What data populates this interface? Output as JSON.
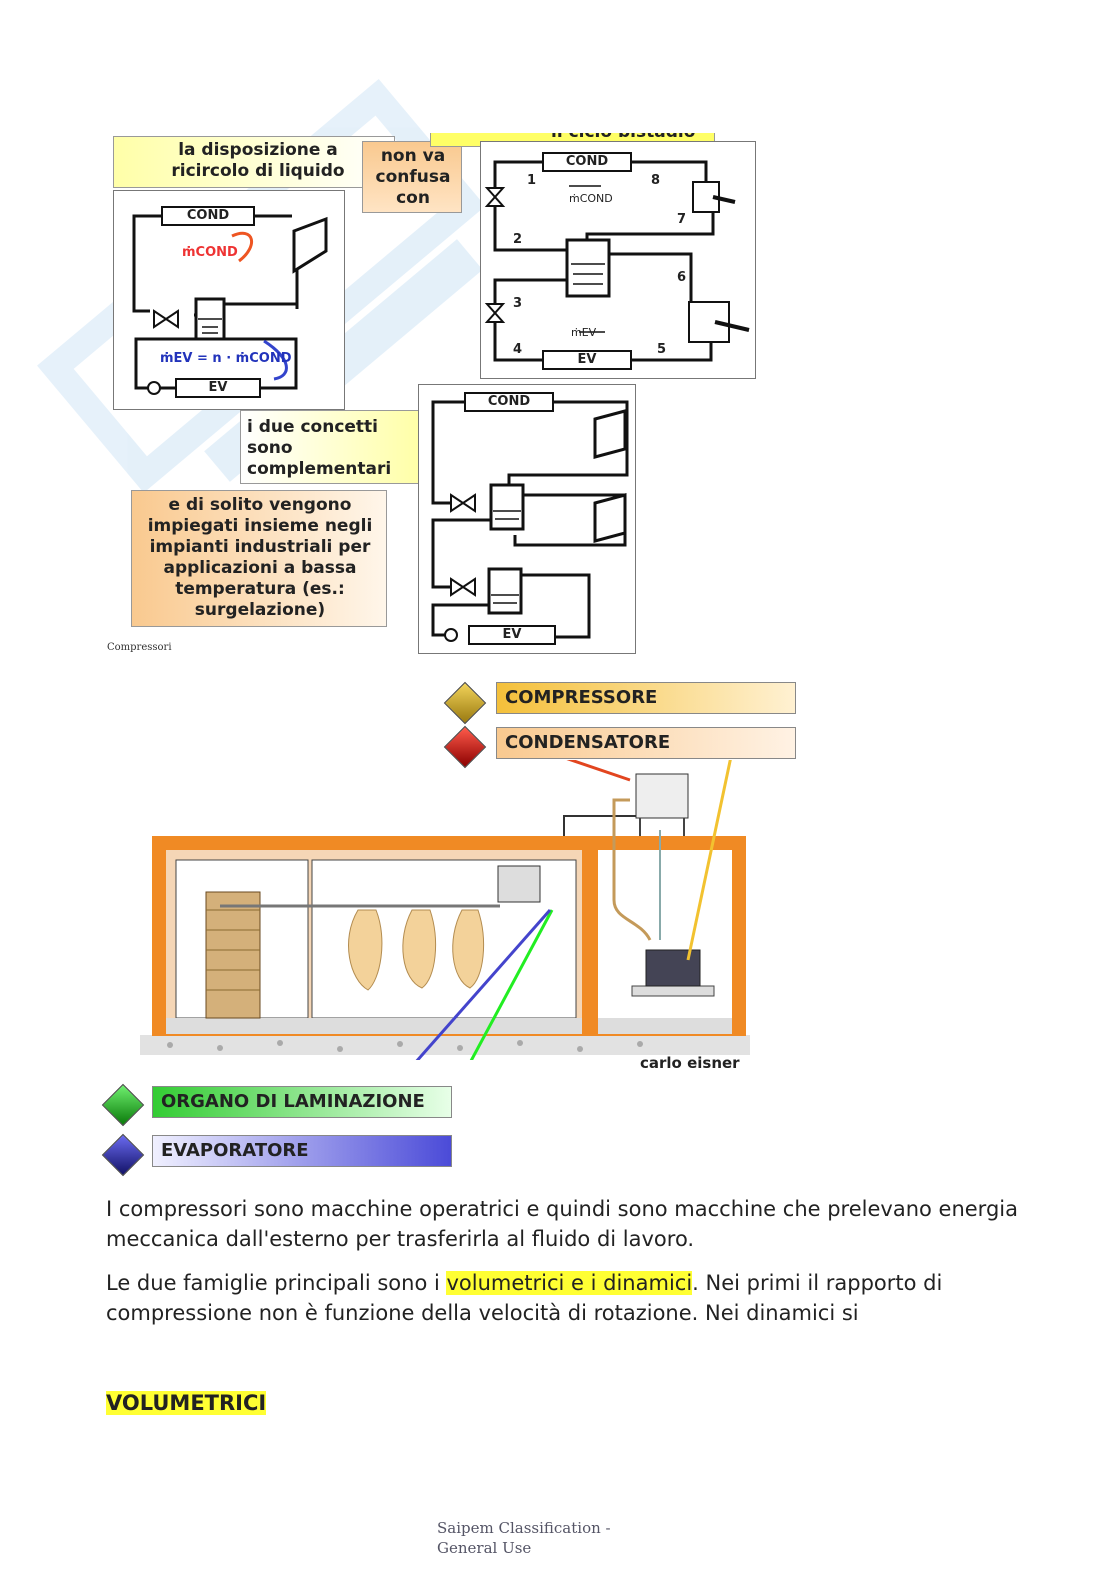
{
  "upper_figure": {
    "label_recirc": "la disposizione a ricircolo di liquido",
    "label_confusa": "non va confusa con",
    "label_bistadio": "il ciclo bistadio",
    "label_complementari": "i due concetti sono complementari",
    "label_insieme": "e di solito vengono impiegati insieme negli impianti industriali per applicazioni a bassa temperatura (es.: surgelazione)",
    "caption": "Compressori",
    "diagram_recirc": {
      "cond": "COND",
      "ev": "EV",
      "m_cond": "ṁCOND",
      "m_ev_eq": "ṁEV = n · ṁCOND"
    },
    "diagram_bistadio": {
      "cond": "COND",
      "ev": "EV",
      "m_cond": "ṁCOND",
      "m_ev": "ṁEV",
      "points": [
        "1",
        "2",
        "3",
        "4",
        "5",
        "6",
        "7",
        "8"
      ]
    },
    "diagram_combined": {
      "cond": "COND",
      "ev": "EV"
    }
  },
  "lower_figure": {
    "compressore": "COMPRESSORE",
    "condensatore": "CONDENSATORE",
    "organo": "ORGANO DI LAMINAZIONE",
    "evaporatore": "EVAPORATORE",
    "credit": "carlo eisner",
    "colors": {
      "compressore": "#d4a017",
      "condensatore": "#cc1111",
      "organo": "#22bb22",
      "evaporatore": "#3333aa"
    }
  },
  "body": {
    "p1": "I compressori sono macchine operatrici e quindi sono macchine che prelevano energia meccanica dall'esterno per trasferirla al fluido di lavoro.",
    "p2_pre": "Le due famiglie principali sono i ",
    "p2_hl": "volumetrici e i dinamici",
    "p2_post": ". Nei primi il rapporto di compressione non è funzione della velocità di rotazione. Nei dinamici si",
    "heading": "VOLUMETRICI"
  },
  "footer": {
    "line1": "Saipem Classification -",
    "line2": "General Use"
  }
}
